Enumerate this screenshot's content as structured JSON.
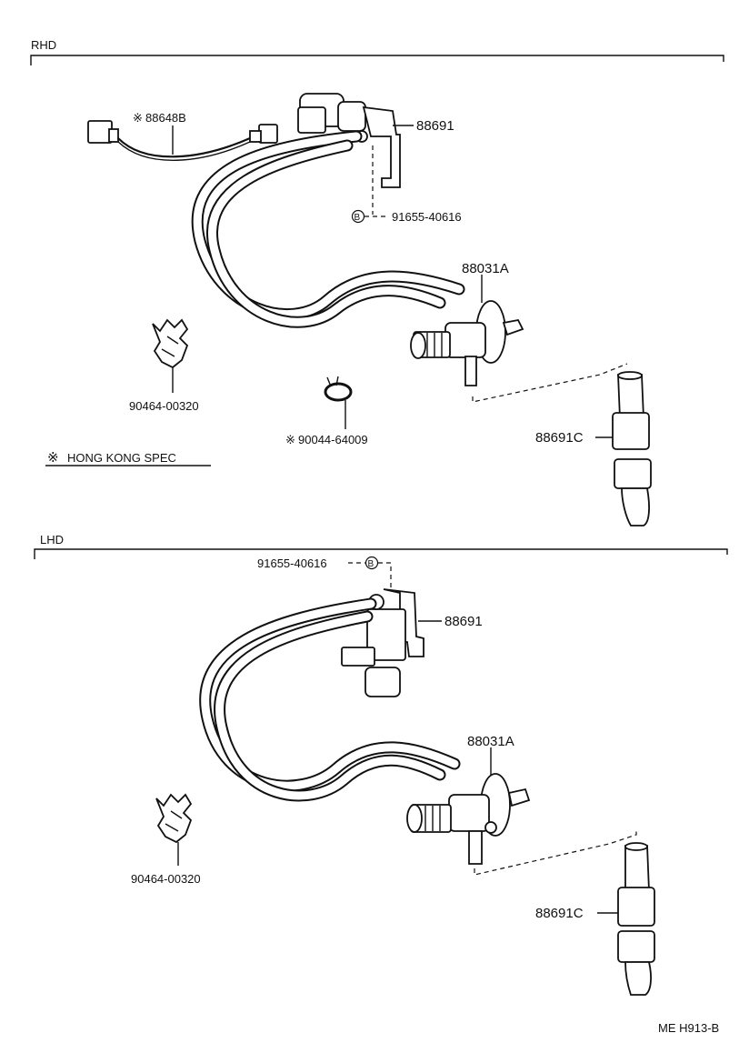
{
  "sections": {
    "rhd": {
      "title": "RHD",
      "parts": {
        "wire_harness": "88648B",
        "vsv": "88691",
        "bolt": "91655-40616",
        "bolt_marker": "B",
        "valve": "88031A",
        "hose": "88691C",
        "clamp": "90464-00320",
        "hose_clip": "90044-64009"
      },
      "spec_note": "HONG KONG SPEC",
      "spec_mark": "※"
    },
    "lhd": {
      "title": "LHD",
      "parts": {
        "bolt": "91655-40616",
        "bolt_marker": "B",
        "vsv": "88691",
        "valve": "88031A",
        "clamp": "90464-00320",
        "hose": "88691C"
      }
    }
  },
  "footer": {
    "code": "ME H913-B"
  }
}
